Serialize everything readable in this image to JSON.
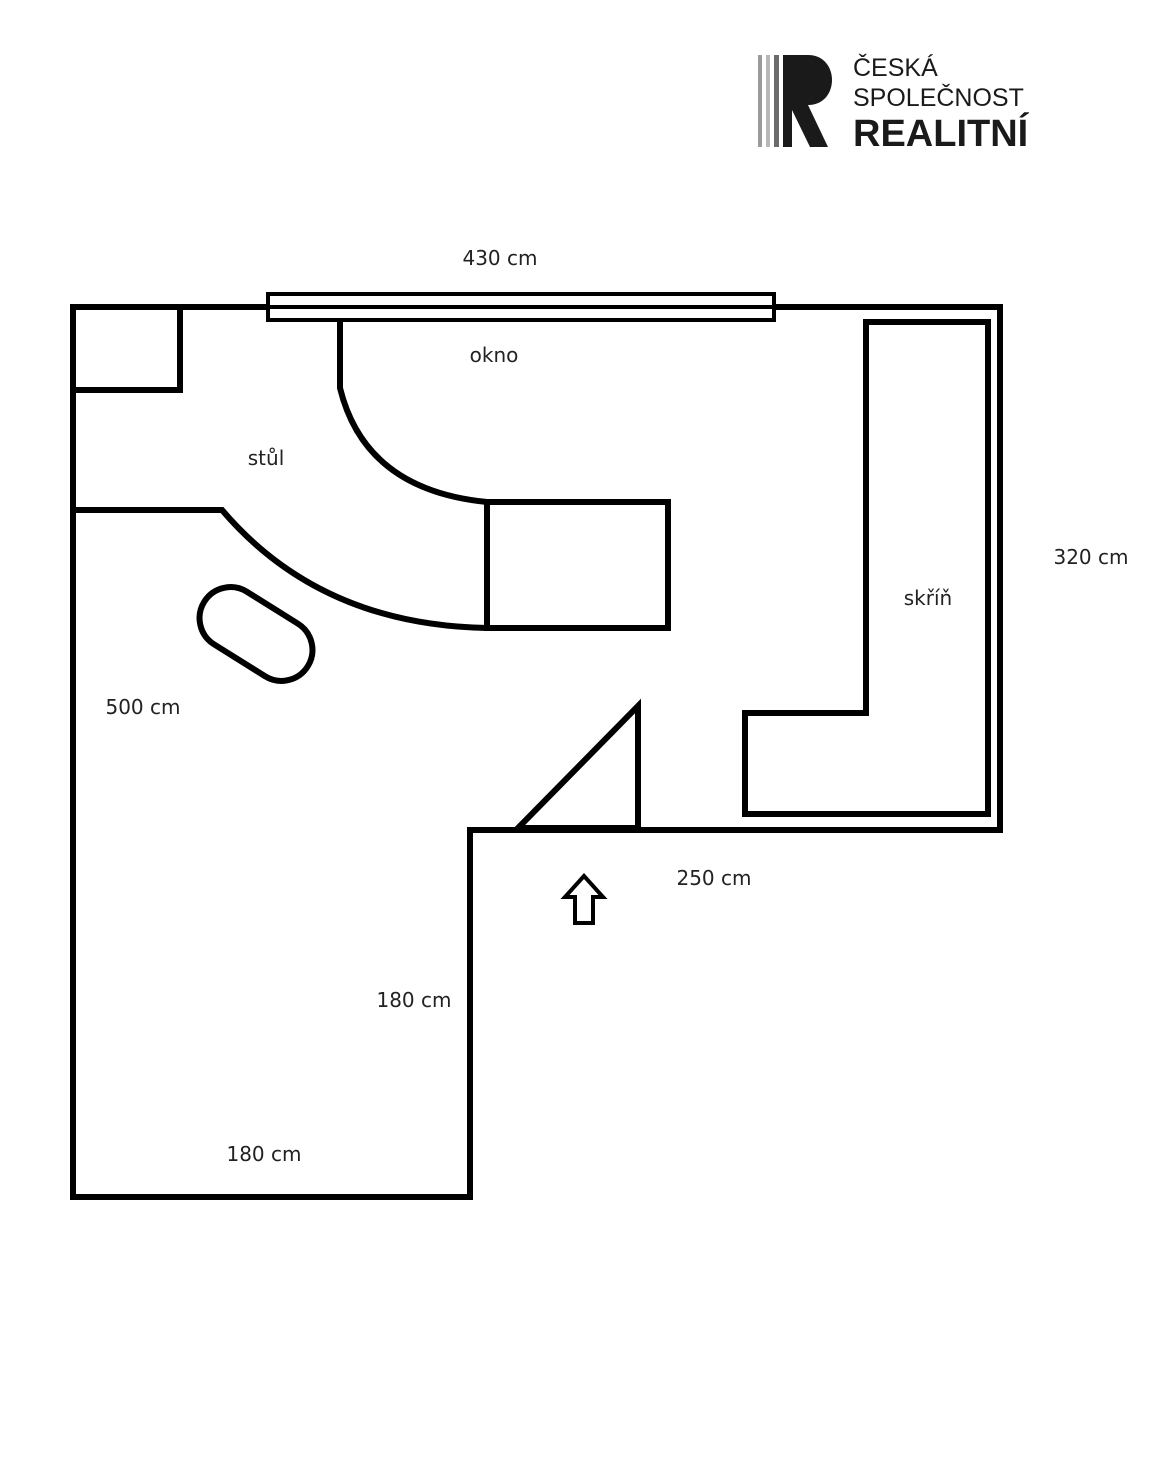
{
  "logo": {
    "line1": "ČESKÁ",
    "line2": "SPOLEČNOST",
    "line3": "REALITNÍ",
    "letter": "R",
    "color": "#1a1a1a"
  },
  "floorplan": {
    "dimensions": {
      "top": "430 cm",
      "right": "320 cm",
      "left": "500 cm",
      "entrance_wall": "250 cm",
      "inner_vertical": "180 cm",
      "bottom": "180 cm"
    },
    "labels": {
      "window": "okno",
      "desk": "stůl",
      "wardrobe": "skříň"
    },
    "line_color": "#000000"
  }
}
